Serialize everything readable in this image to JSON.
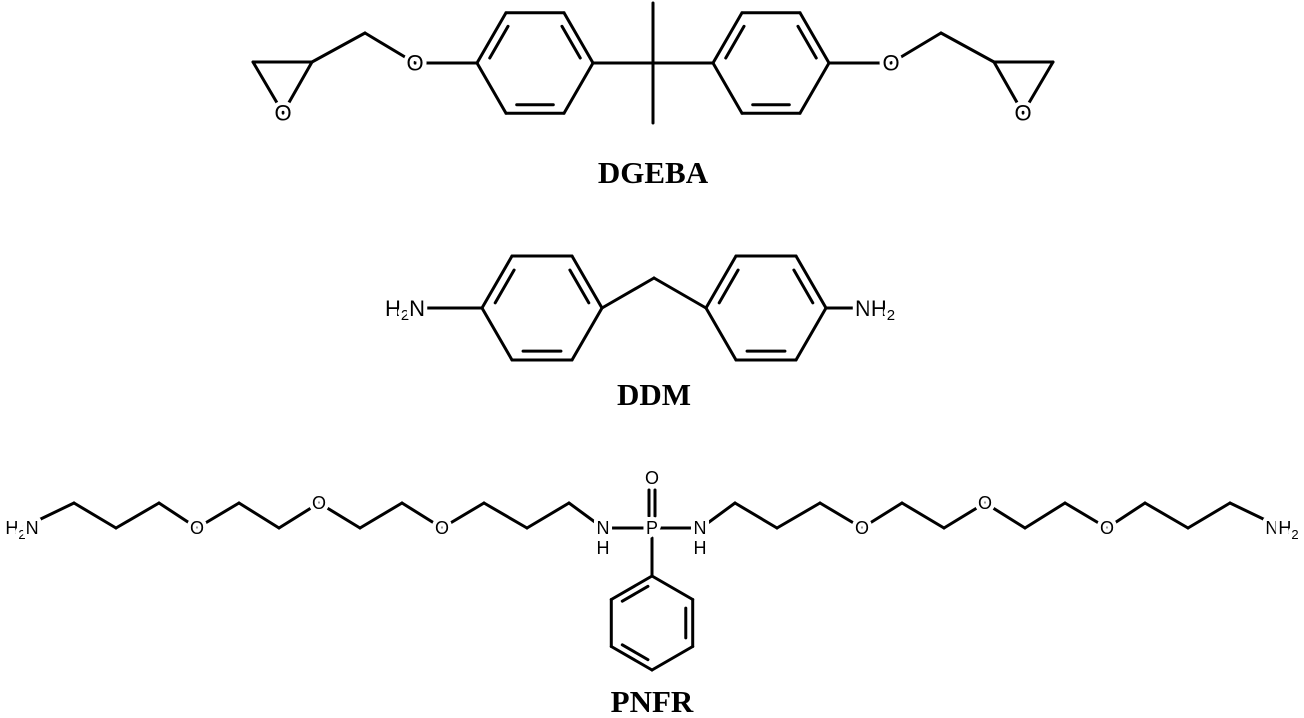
{
  "molecules": [
    {
      "name": "DGEBA"
    },
    {
      "name": "DDM"
    },
    {
      "name": "PNFR"
    }
  ],
  "atoms": {
    "oxygen": "O",
    "nitrogen": "N",
    "hydrogen": "H",
    "phosphorus": "P",
    "subscript_two": "2"
  },
  "colors": {
    "ink": "#000000",
    "background": "#ffffff"
  }
}
